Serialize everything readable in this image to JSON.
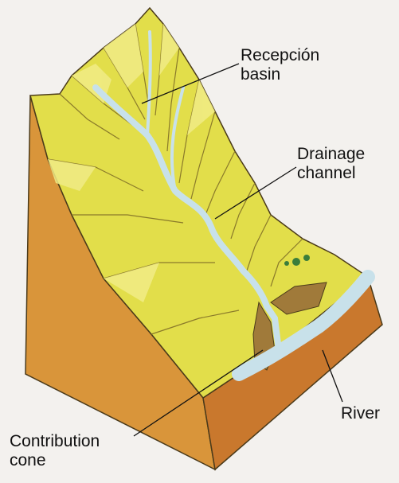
{
  "labels": {
    "reception_basin_line1": "Recepción",
    "reception_basin_line2": "basin",
    "drainage_channel_line1": "Drainage",
    "drainage_channel_line2": "channel",
    "river": "River",
    "contribution_cone_line1": "Contribution",
    "contribution_cone_line2": "cone"
  },
  "colors": {
    "background": "#f3f1ee",
    "slope_surface": "#e2de4a",
    "slope_light": "#f1ec86",
    "soil_side": "#d9953a",
    "soil_front": "#c9782d",
    "water": "#c8e1ea",
    "debris": "#a07a3a",
    "outline": "#4a3a1a",
    "leader_line": "#111111"
  }
}
